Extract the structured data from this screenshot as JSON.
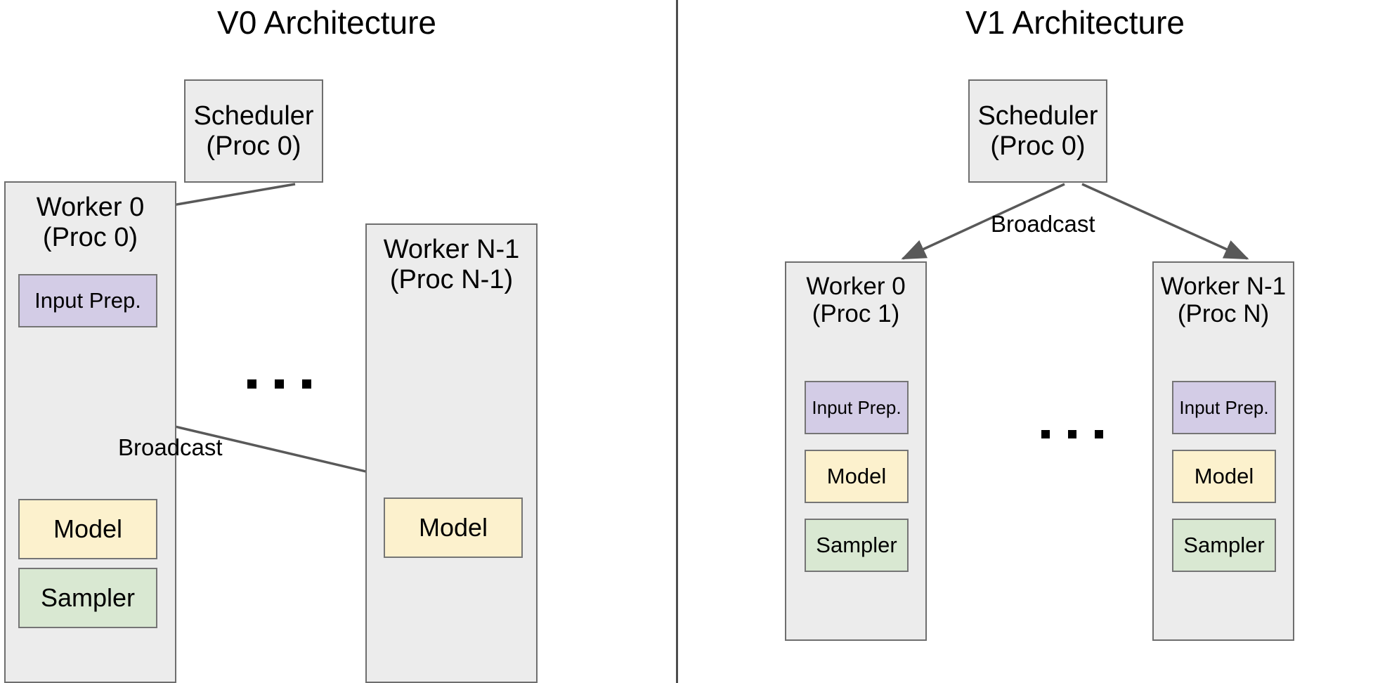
{
  "panels": [
    {
      "id": "v0",
      "title": "V0 Architecture",
      "scheduler": {
        "label": "Scheduler\n(Proc 0)"
      },
      "workers": [
        {
          "label": "Worker 0\n(Proc 0)",
          "components": [
            "Input Prep.",
            "Model",
            "Sampler"
          ]
        },
        {
          "label": "Worker N-1\n(Proc N-1)",
          "components": [
            "Model"
          ]
        }
      ],
      "edge_labels": [
        "Broadcast"
      ],
      "ellipsis": "..."
    },
    {
      "id": "v1",
      "title": "V1 Architecture",
      "scheduler": {
        "label": "Scheduler\n(Proc 0)"
      },
      "workers": [
        {
          "label": "Worker 0\n(Proc 1)",
          "components": [
            "Input Prep.",
            "Model",
            "Sampler"
          ]
        },
        {
          "label": "Worker N-1\n(Proc N)",
          "components": [
            "Input Prep.",
            "Model",
            "Sampler"
          ]
        }
      ],
      "edge_labels": [
        "Broadcast"
      ],
      "ellipsis": "..."
    }
  ],
  "colors": {
    "container_fill": "#ececec",
    "container_stroke": "#6e6e6e",
    "input_prep_fill": "#d3cce6",
    "model_fill": "#fcf1cd",
    "sampler_fill": "#d9e8d2",
    "edge_stroke": "#595959",
    "divider": "#4d4d4d",
    "text": "#000000"
  }
}
